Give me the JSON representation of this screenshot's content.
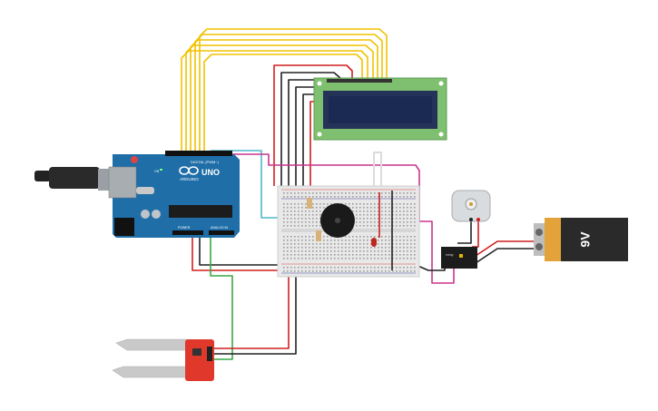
{
  "arduino": {
    "brand": "ARDUINO",
    "model": "UNO",
    "digital_label": "DIGITAL (PWM~)",
    "power_label": "POWER",
    "analog_label": "ANALOG IN",
    "on_label": "ON"
  },
  "battery": {
    "label": "9V"
  },
  "relay": {
    "label": "relay"
  },
  "colors": {
    "wire_yellow": "#f2c200",
    "wire_black": "#222222",
    "wire_red": "#d11f1f",
    "wire_cyan": "#4fb7cc",
    "wire_magenta": "#c9358f",
    "wire_green": "#39a845",
    "board_blue": "#1f6ea8",
    "lcd_green": "#7fc070",
    "lcd_screen": "#1f2c55",
    "sensor_red": "#e0382b"
  }
}
